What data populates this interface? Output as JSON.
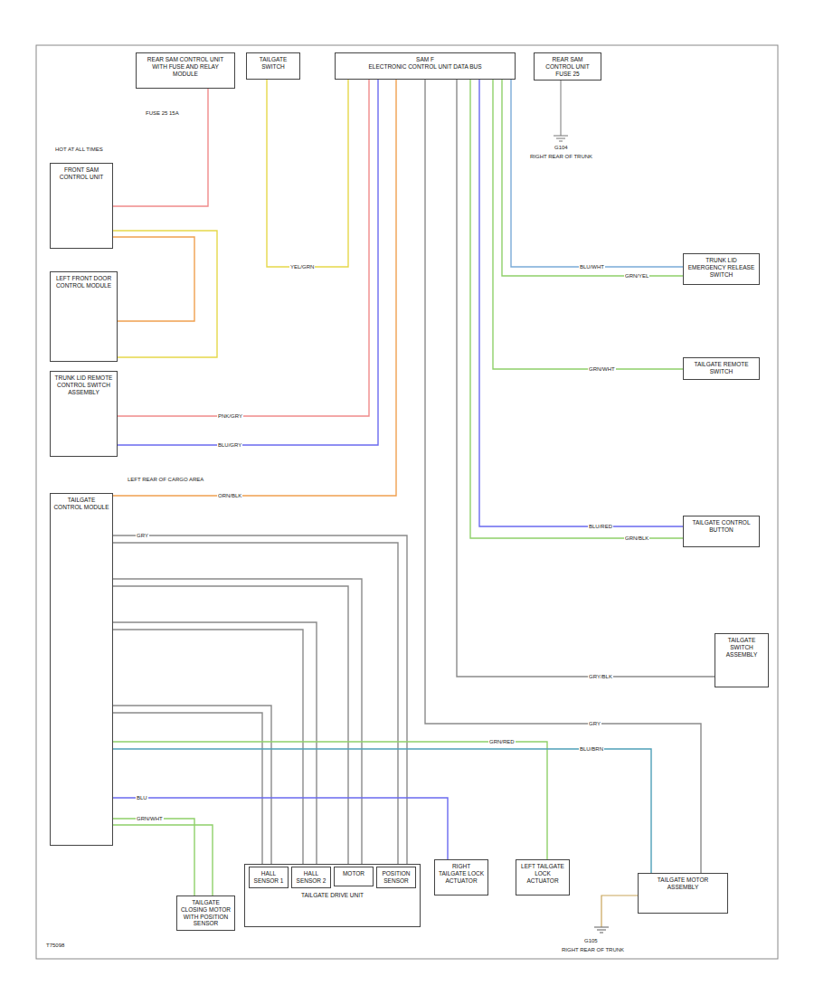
{
  "diagram": {
    "nodes": [
      {
        "text": [
          "REAR SAM CONTROL UNIT WITH FUSE AND RELAY MODULE"
        ]
      },
      {
        "text": [
          "TAILGATE SWITCH"
        ]
      },
      {
        "text": [
          "SAM F",
          "ELECTRONIC CONTROL UNIT DATA BUS"
        ]
      },
      {
        "text": [
          "REAR SAM CONTROL UNIT",
          "FUSE 25"
        ]
      },
      {
        "text": [
          "FRONT SAM CONTROL UNIT"
        ]
      },
      {
        "text": [
          "LEFT FRONT DOOR CONTROL MODULE"
        ]
      },
      {
        "text": [
          "TRUNK LID REMOTE CONTROL SWITCH ASSEMBLY"
        ]
      },
      {
        "text": [
          "TAILGATE CONTROL MODULE"
        ]
      },
      {
        "text": [
          "TRUNK LID EMERGENCY RELEASE SWITCH"
        ]
      },
      {
        "text": [
          "TAILGATE REMOTE SWITCH"
        ]
      },
      {
        "text": [
          "TAILGATE CONTROL BUTTON"
        ]
      },
      {
        "text": [
          "TAILGATE SWITCH ASSEMBLY"
        ]
      },
      {
        "text": [
          "TAILGATE CLOSING MOTOR WITH POSITION SENSOR"
        ]
      },
      {
        "text": [
          "TAILGATE DRIVE UNIT"
        ]
      },
      {
        "text": [
          "HALL SENSOR 1"
        ],
        "in": 13
      },
      {
        "text": [
          "HALL SENSOR 2"
        ],
        "in": 13
      },
      {
        "text": [
          "MOTOR"
        ],
        "in": 13
      },
      {
        "text": [
          "POSITION SENSOR"
        ],
        "in": 13
      },
      {
        "text": [
          "RIGHT TAILGATE LOCK ACTUATOR"
        ]
      },
      {
        "text": [
          "LEFT TAILGATE LOCK ACTUATOR"
        ]
      },
      {
        "text": [
          "TAILGATE MOTOR ASSEMBLY"
        ]
      }
    ],
    "edges": [
      {
        "from": 2,
        "to": 1,
        "arrow": "none"
      },
      {
        "from": 0,
        "to": 4,
        "arrow": "none"
      },
      {
        "from": 2,
        "to": 6,
        "arrow": "none"
      },
      {
        "from": 2,
        "to": 6,
        "arrow": "none"
      },
      {
        "from": 2,
        "to": 7,
        "arrow": "none"
      },
      {
        "from": 4,
        "to": 5,
        "arrow": "none"
      },
      {
        "from": 4,
        "to": 5,
        "arrow": "none"
      },
      {
        "from": 2,
        "to": 8,
        "arrow": "none"
      },
      {
        "from": 2,
        "to": 8,
        "arrow": "none"
      },
      {
        "from": 2,
        "to": 9,
        "arrow": "none"
      },
      {
        "from": 2,
        "to": 10,
        "arrow": "none"
      },
      {
        "from": 2,
        "to": 10,
        "arrow": "none"
      },
      {
        "from": 2,
        "to": 11,
        "arrow": "none"
      },
      {
        "from": 2,
        "to": 20,
        "arrow": "none"
      },
      {
        "from": 7,
        "to": 12,
        "arrow": "none"
      },
      {
        "from": 7,
        "to": 12,
        "arrow": "none"
      },
      {
        "from": 7,
        "to": 17,
        "arrow": "none"
      },
      {
        "from": 7,
        "to": 17,
        "arrow": "none"
      },
      {
        "from": 7,
        "to": 16,
        "arrow": "none"
      },
      {
        "from": 7,
        "to": 16,
        "arrow": "none"
      },
      {
        "from": 7,
        "to": 15,
        "arrow": "none"
      },
      {
        "from": 7,
        "to": 15,
        "arrow": "none"
      },
      {
        "from": 7,
        "to": 14,
        "arrow": "none"
      },
      {
        "from": 7,
        "to": 14,
        "arrow": "none"
      },
      {
        "from": 7,
        "to": 18,
        "arrow": "none"
      },
      {
        "from": 7,
        "to": 19,
        "arrow": "none"
      },
      {
        "from": 7,
        "to": 20,
        "arrow": "none"
      }
    ],
    "labels": [
      "YEL/GRN",
      "PNK/GRY",
      "BLU/GRY",
      "ORN/BLK",
      "BLU/WHT",
      "GRN/YEL",
      "GRN/WHT",
      "BLU/RED",
      "GRN/BLK",
      "GRY/BLK",
      "GRY",
      "GRN/RED",
      "BLU/BRN",
      "BLU",
      "GRN/WHT",
      "GRY",
      "HOT AT ALL TIMES",
      "FUSE 25 15A",
      "G104",
      "RIGHT REAR OF TRUNK",
      "LEFT REAR OF CARGO AREA",
      "G105",
      "RIGHT REAR OF TRUNK",
      "T75098"
    ]
  }
}
